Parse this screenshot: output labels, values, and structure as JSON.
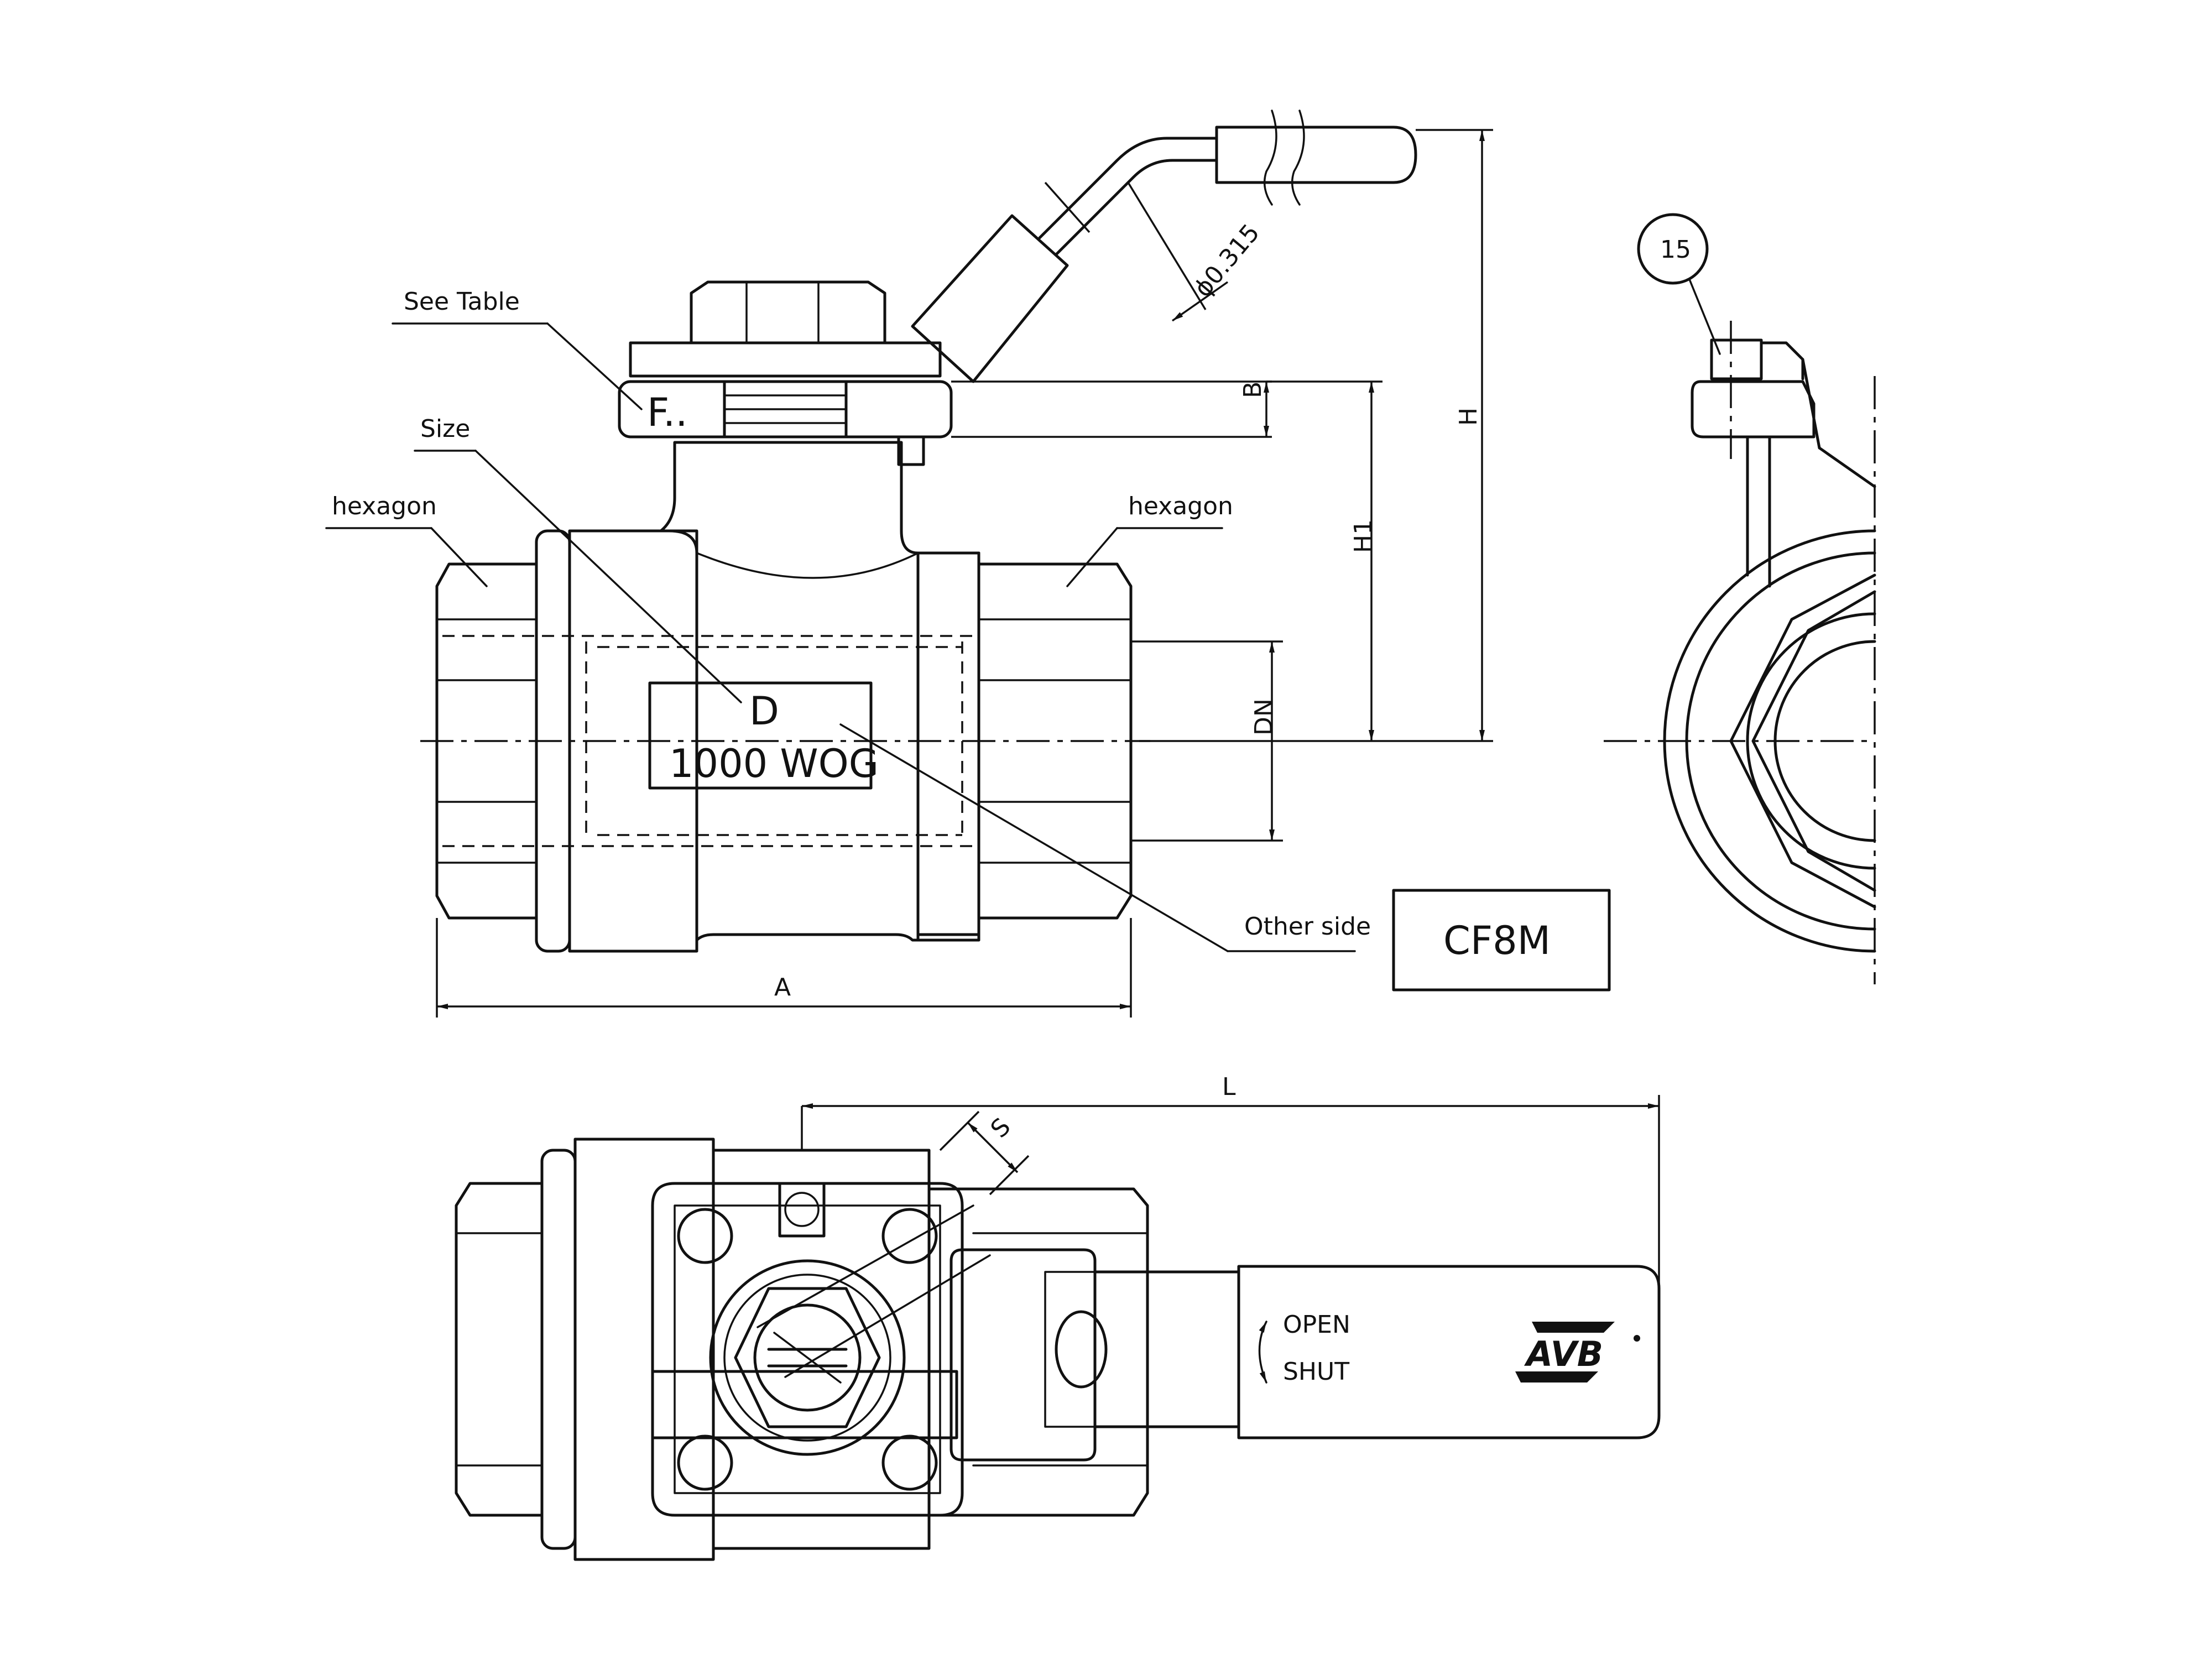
{
  "labels": {
    "see_table": "See Table",
    "size": "Size",
    "hexagon_left": "hexagon",
    "hexagon_right": "hexagon",
    "other_side": "Other side",
    "flange_mark": "F..",
    "size_mark": "D",
    "pressure_mark": "1000 WOG",
    "material": "CF8M",
    "balloon": "15"
  },
  "dimensions": {
    "A": "A",
    "B": "B",
    "H": "H",
    "H1": "H1",
    "DN": "DN",
    "L": "L",
    "S": "S",
    "diameter": "ϕ0.315"
  },
  "handle": {
    "open": "OPEN",
    "shut": "SHUT",
    "logo": "AVB"
  }
}
